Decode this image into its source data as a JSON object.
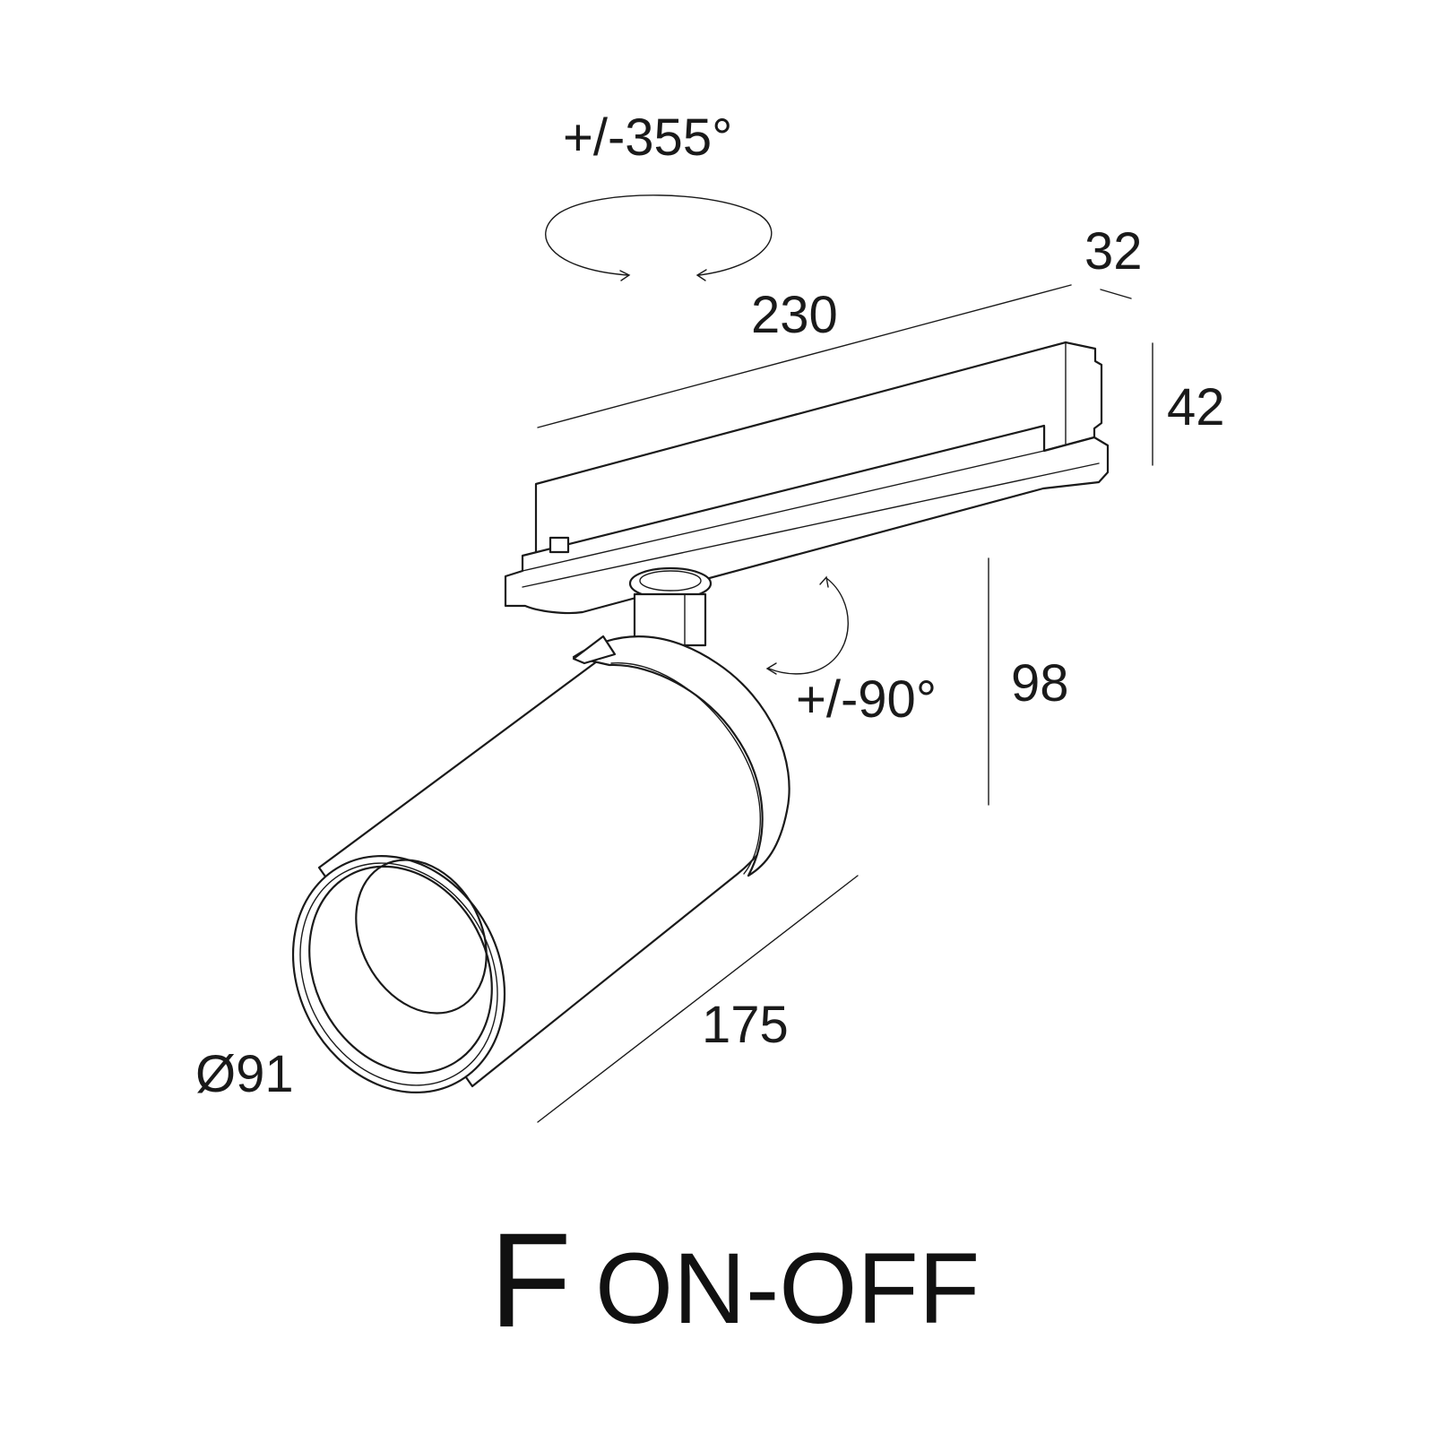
{
  "title": {
    "letter": "F",
    "variant": "ON-OFF"
  },
  "dimensions": {
    "rotation_horizontal": "+/-355°",
    "rotation_tilt": "+/-90°",
    "adapter_length": "230",
    "adapter_width": "32",
    "adapter_height": "42",
    "total_height": "98",
    "body_length": "175",
    "diameter": "Ø91"
  },
  "colors": {
    "line": "#1a1a1a",
    "background": "#ffffff"
  }
}
